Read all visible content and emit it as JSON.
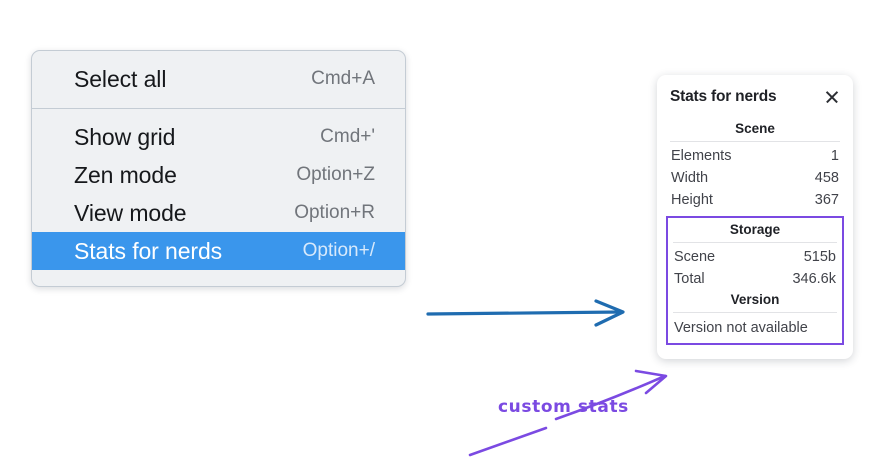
{
  "context_menu": {
    "name": "context-menu",
    "groups": [
      {
        "items": [
          {
            "label": "Select all",
            "shortcut": "Cmd+A",
            "selected": false
          }
        ]
      },
      {
        "items": [
          {
            "label": "Show grid",
            "shortcut": "Cmd+'",
            "selected": false
          },
          {
            "label": "Zen mode",
            "shortcut": "Option+Z",
            "selected": false
          },
          {
            "label": "View mode",
            "shortcut": "Option+R",
            "selected": false
          },
          {
            "label": "Stats for nerds",
            "shortcut": "Option+/",
            "selected": true
          }
        ]
      }
    ],
    "highlight_color": "#3a96ec",
    "background_color": "#eff1f3"
  },
  "stats_panel": {
    "title": "Stats for nerds",
    "close_icon": "close-icon",
    "sections": [
      {
        "heading": "Scene",
        "rows": [
          {
            "label": "Elements",
            "value": "1"
          },
          {
            "label": "Width",
            "value": "458"
          },
          {
            "label": "Height",
            "value": "367"
          }
        ]
      },
      {
        "heading": "Storage",
        "rows": [
          {
            "label": "Scene",
            "value": "515b"
          },
          {
            "label": "Total",
            "value": "346.6k"
          }
        ]
      },
      {
        "heading": "Version",
        "note": "Version not available"
      }
    ],
    "highlight_border_color": "#7b4ae2"
  },
  "annotations": {
    "blue_arrow_color": "#1f6cb0",
    "purple_color": "#7b4ae2",
    "handwritten_label": "custom stats"
  }
}
